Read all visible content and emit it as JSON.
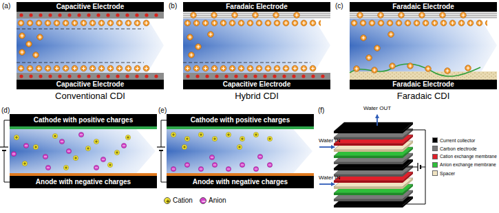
{
  "diagram": {
    "nodes": [
      {
        "text": [
          "Capacitive Electrode"
        ]
      },
      {
        "text": [
          "Capacitive Electrode"
        ]
      },
      {
        "text": [
          "Faradaic Electrode"
        ]
      },
      {
        "text": [
          "Capacitive Electrode"
        ]
      },
      {
        "text": [
          "Faradaic Electrode"
        ]
      },
      {
        "text": [
          "Faradaic Electrode"
        ]
      },
      {
        "text": [
          "Cathode with positive charges"
        ]
      },
      {
        "text": [
          "Anode with negative charges"
        ]
      },
      {
        "text": [
          "Cathode with positive charges"
        ]
      },
      {
        "text": [
          "Anode with negative charges"
        ]
      }
    ],
    "labels": [
      "(a)",
      "(b)",
      "(c)",
      "Conventional CDI",
      "Hybrid CDI",
      "Faradaic CDI",
      "(d)",
      "(e)",
      "(f)",
      "Water OUT",
      "Water IN",
      "Water IN"
    ],
    "legend": [
      {
        "text": "Cation",
        "color": "#f2e536"
      },
      {
        "text": "Anion",
        "color": "#d43fc9"
      },
      {
        "text": "Current collector",
        "color": "#000000"
      },
      {
        "text": "Carbon electrode",
        "color": "#7a7a7a"
      },
      {
        "text": "Cation exchange membrane",
        "color": "#e0202a"
      },
      {
        "text": "Anion exchange membrane",
        "color": "#2fbf3a"
      },
      {
        "text": "Spacer",
        "color": "#f1e4c2"
      }
    ]
  }
}
